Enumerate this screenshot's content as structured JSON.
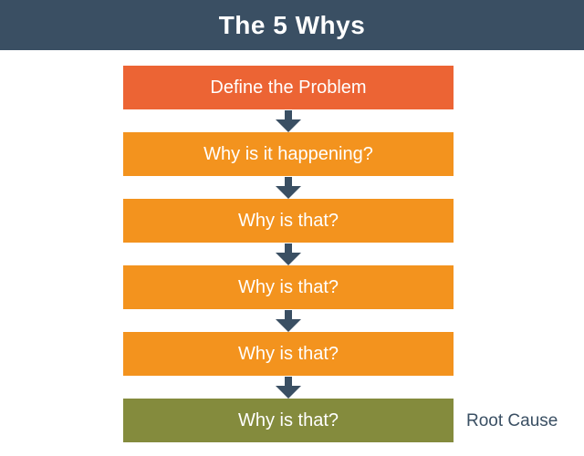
{
  "title": "The 5 Whys",
  "steps": [
    {
      "label": "Define the Problem",
      "color": "#EC6434"
    },
    {
      "label": "Why is it happening?",
      "color": "#F3931E"
    },
    {
      "label": "Why is that?",
      "color": "#F3931E"
    },
    {
      "label": "Why is that?",
      "color": "#F3931E"
    },
    {
      "label": "Why is that?",
      "color": "#F3931E"
    },
    {
      "label": "Why is that?",
      "color": "#848B3D"
    }
  ],
  "root_cause_label": "Root Cause",
  "colors": {
    "header_bg": "#3A4F63",
    "arrow": "#3A4F63",
    "root_cause_text": "#3A4F63",
    "step_text": "#FFFFFF"
  }
}
